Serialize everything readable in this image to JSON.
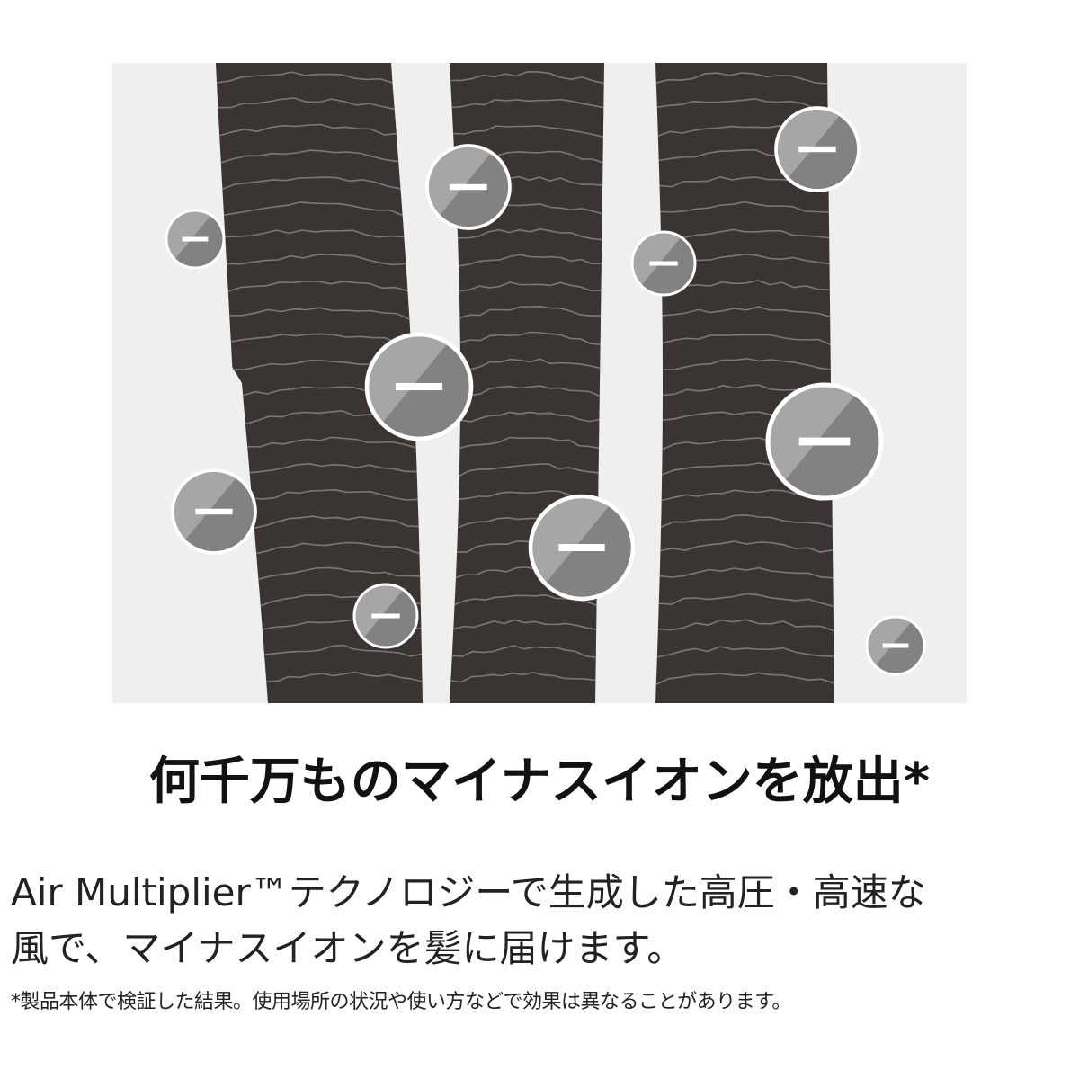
{
  "headline": "何千万ものマイナスイオンを放出*",
  "body": {
    "line1": "Air Multiplier™テクノロジーで生成した高圧・高速な",
    "line2": "風で、マイナスイオンを髪に届けます。"
  },
  "footnote": "*製品本体で検証した結果。使用場所の状況や使い方などで効果は異なることがあります。",
  "colors": {
    "background": "#ffffff",
    "panel": "#efefef",
    "hair": "#3a3533",
    "hair_cuticle": "#8a8482",
    "ion_fill": "#a6a6a6",
    "ion_shadow": "#828282",
    "ion_ring": "#ffffff"
  },
  "icons": {
    "ion": "minus-ion-icon"
  }
}
